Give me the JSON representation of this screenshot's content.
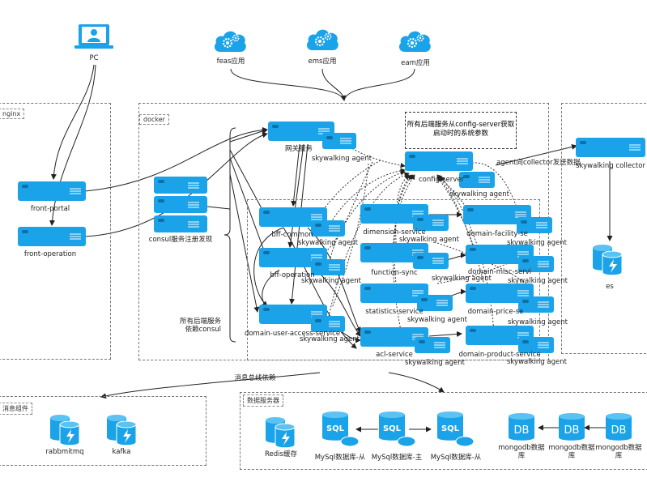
{
  "clients": {
    "pc": "PC",
    "feas": "feas应用",
    "ems": "ems应用",
    "eam": "eam应用"
  },
  "groups": {
    "nginx": "nginx",
    "docker": "docker",
    "message": "消息组件",
    "dataserver": "数据服务器"
  },
  "nginx_nodes": {
    "front_portal": "front-portal",
    "front_operation": "front-operation"
  },
  "consul": {
    "label": "consul服务注册发现",
    "all_depend": "所有后端服务\n依赖consul"
  },
  "gateway": "网关服务",
  "note": "所有后端服务从config-server获取\n启动时的系统参数",
  "config_server": "config-server",
  "agent": "skywalking agent",
  "agent_to_collector": "agent向collector发送数据",
  "collector": "skywalking collector",
  "es": "es",
  "services": {
    "bff_common": "bff-common",
    "bff_operation": "bff-operation",
    "domain_user_access": "domain-user-access-service",
    "dimension": "dimension-service",
    "function_sync": "function-sync",
    "statistics": "statistics-service",
    "acl": "acl-service",
    "domain_facility": "domain-facility-se",
    "domain_misc": "domain-misc-servi",
    "domain_price": "domain-price-se",
    "domain_product": "domain-product-service"
  },
  "bus": "消息总线依赖",
  "message_components": {
    "rabbitmq": "rabbmitmq",
    "kafka": "kafka"
  },
  "data_components": {
    "redis": "Redis缓存",
    "mysql_slave": "MySql数据库-从",
    "mysql_master": "MySql数据库-主",
    "sql": "SQL",
    "db": "DB",
    "mongodb": "mongodb数据\n库"
  },
  "colors": {
    "primary": "#1aa3e8",
    "dark": "#0d6fa8",
    "line": "#222222"
  }
}
